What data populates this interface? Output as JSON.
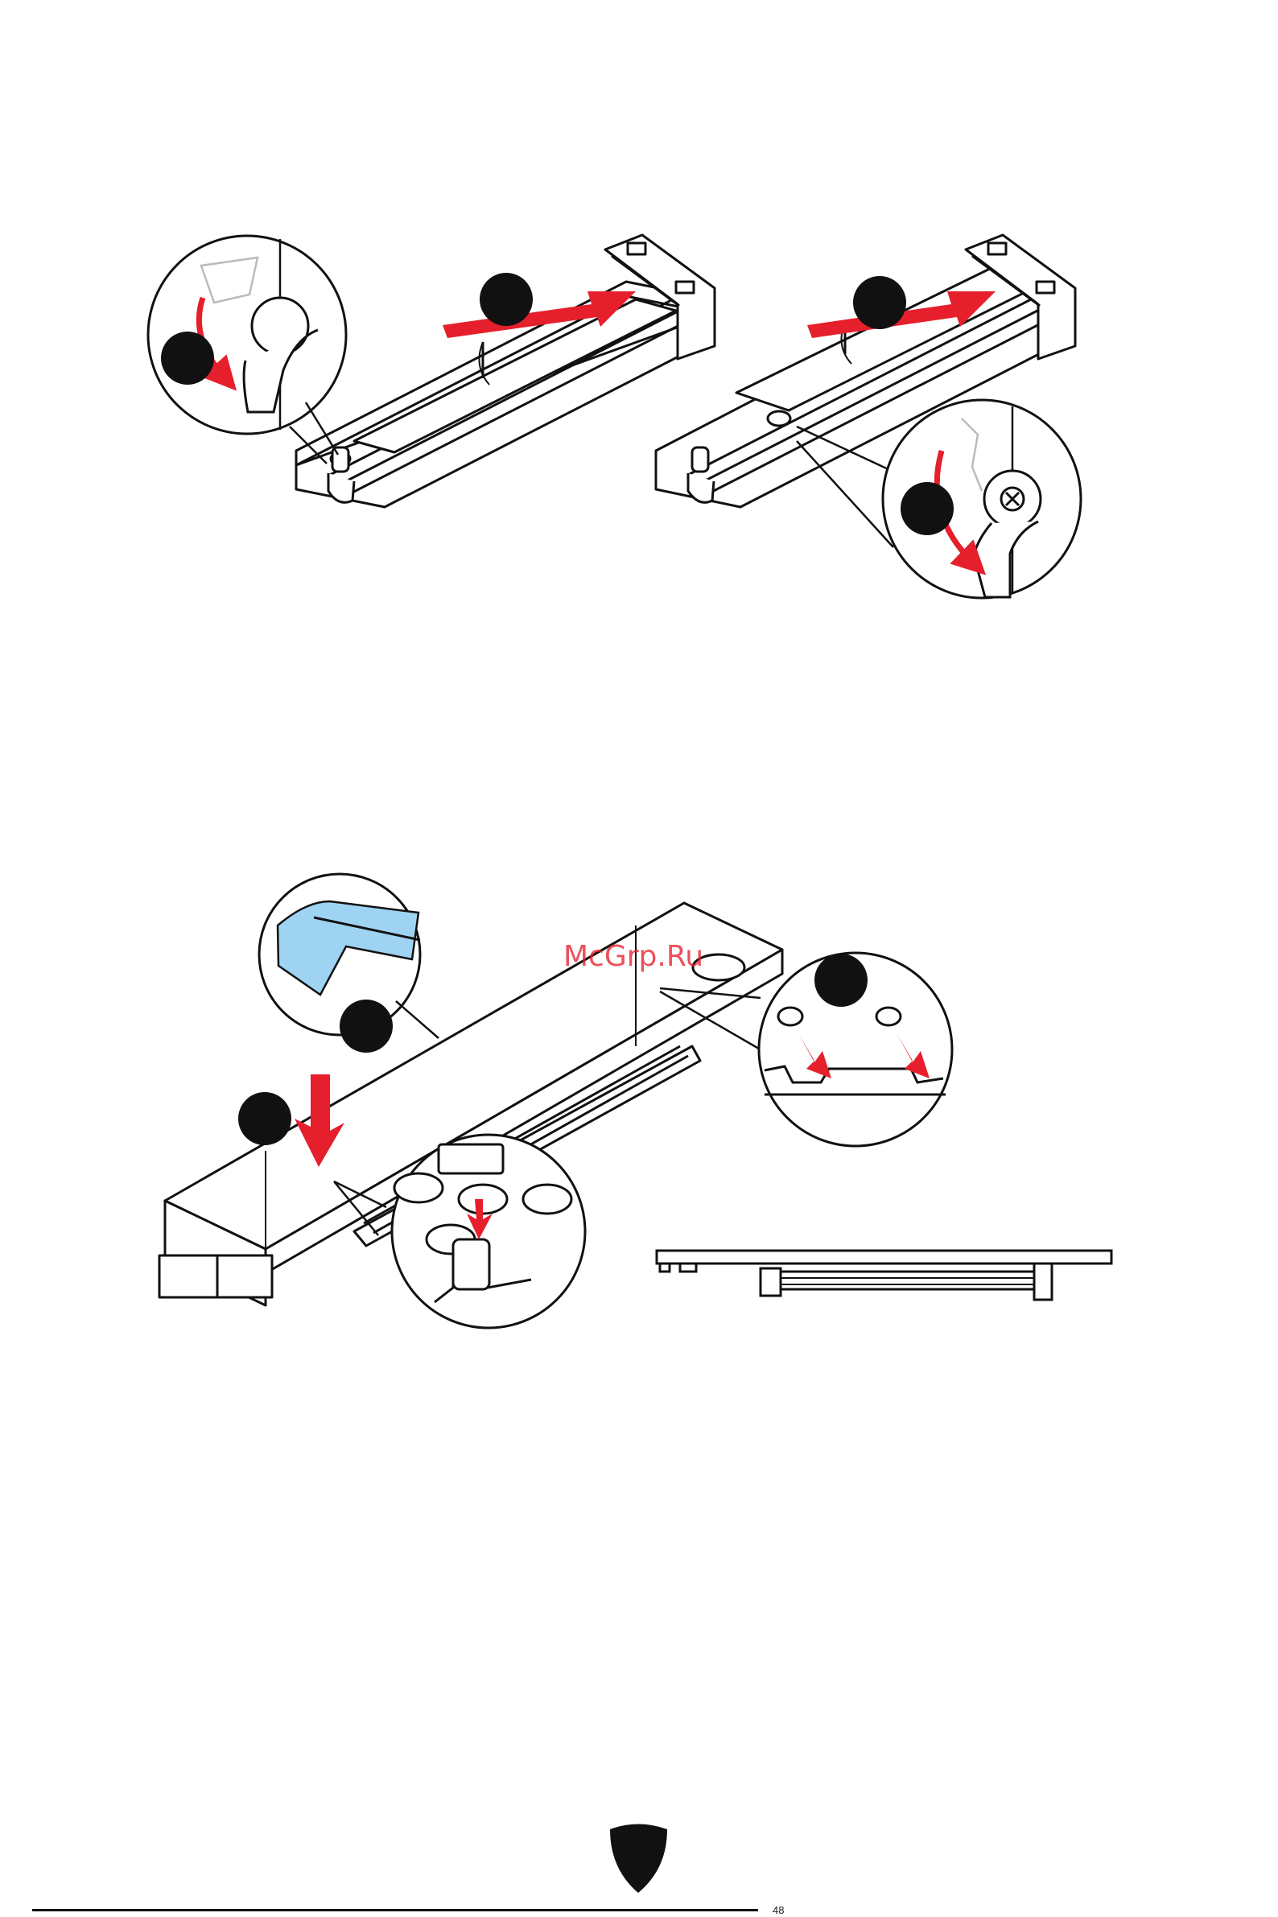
{
  "watermark": {
    "text": "McGrp.Ru"
  },
  "colors": {
    "arrow": "#e51f2b",
    "line": "#111111",
    "marker": "#111111",
    "thermal_pad": "#9fd3f2",
    "background": "#ffffff"
  },
  "icons": {
    "step_markers": "filled-black-circle",
    "brand_mark": "shield-icon",
    "screw": "cross-screw-icon"
  },
  "page_number": "48"
}
